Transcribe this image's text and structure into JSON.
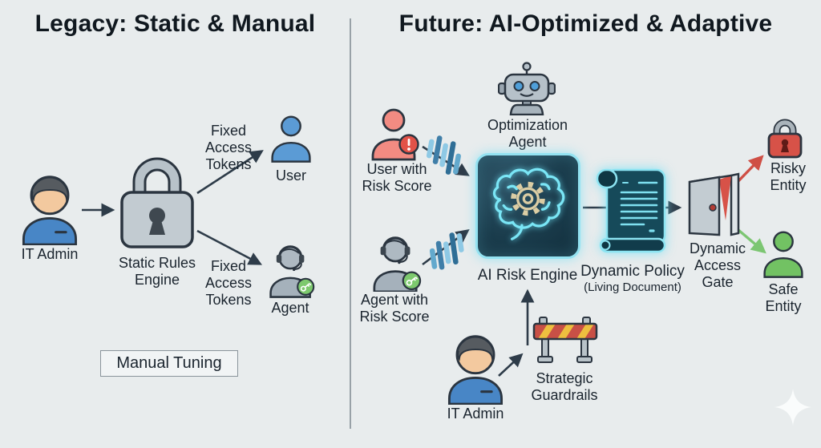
{
  "legacy": {
    "title": "Legacy: Static & Manual",
    "it_admin_label": "IT Admin",
    "rules_engine_label": [
      "Static Rules",
      "Engine"
    ],
    "tokens_user_label": [
      "Fixed",
      "Access",
      "Tokens"
    ],
    "tokens_agent_label": [
      "Fixed",
      "Access",
      "Tokens"
    ],
    "user_label": "User",
    "agent_label": "Agent",
    "manual_tuning_label": "Manual Tuning"
  },
  "future": {
    "title": "Future: AI-Optimized & Adaptive",
    "optimization_agent_label": [
      "Optimization",
      "Agent"
    ],
    "user_risk_label": [
      "User with",
      "Risk Score"
    ],
    "agent_risk_label": [
      "Agent with",
      "Risk Score"
    ],
    "engine_label": "AI Risk Engine",
    "policy_label": [
      "Dynamic Policy",
      "(Living Document)"
    ],
    "gate_label": [
      "Dynamic",
      "Access",
      "Gate"
    ],
    "risky_label": [
      "Risky",
      "Entity"
    ],
    "safe_label": [
      "Safe",
      "Entity"
    ],
    "it_admin_label": "IT Admin",
    "guardrails_label": [
      "Strategic",
      "Guardrails"
    ]
  },
  "icons": {
    "it_admin": "person-icon",
    "rules_engine": "padlock-icon",
    "user": "user-icon",
    "agent": "agent-headset-icon",
    "optimization_agent": "robot-icon",
    "user_risk_badge": "exclamation-badge-icon",
    "agent_risk_badge": "key-badge-icon",
    "ai_risk_engine": "brain-gear-icon",
    "dynamic_policy": "scroll-icon",
    "dynamic_access_gate": "door-icon",
    "risky_entity": "red-padlock-icon",
    "safe_entity": "green-person-icon",
    "strategic_guardrails": "barrier-icon",
    "watermark": "sparkle-icon"
  },
  "colors": {
    "background": "#e8eced",
    "text": "#1a242e",
    "arrow": "#2e3c49",
    "risky_red": "#d75248",
    "safe_green": "#72c263",
    "engine_cyan": "#7ae6f6",
    "admin_blue": "#4886c6",
    "user_blue": "#5b9bd5",
    "agent_gray": "#a5b1bb",
    "badge_green": "#7dc96e",
    "barrier_red": "#c85046",
    "barrier_yellow": "#eebf3f",
    "data_stream_blue": "#5fa7cf"
  }
}
